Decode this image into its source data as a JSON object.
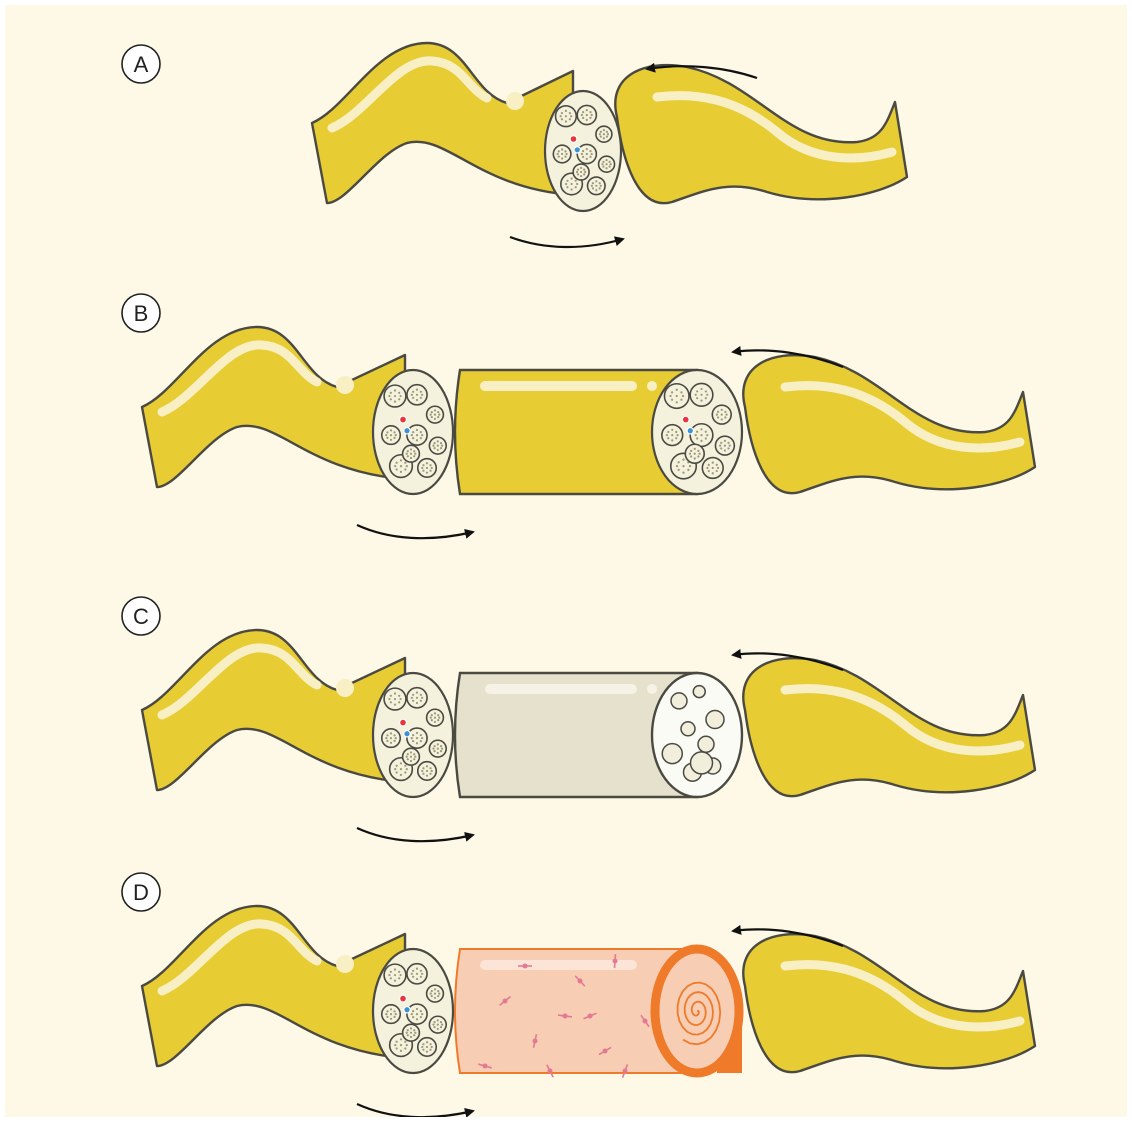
{
  "colors": {
    "background": "#fdf9e6",
    "nerve_fill": "#e8cc33",
    "nerve_stroke": "#4a4a42",
    "nerve_highlight": "#f8f0c4",
    "fascicle_bg": "#f4f1dc",
    "fascicle_dot": "#9c9878",
    "graft_fill": "#e6e1cc",
    "conduit_fill": "#f7cdb3",
    "conduit_stroke": "#ee7a2a",
    "cell_color": "#e37a93",
    "artery_red": "#e8343c",
    "vein_blue": "#3b93d6",
    "arrow": "#111111"
  },
  "panels": [
    {
      "id": "A",
      "label": "A",
      "repair": "direct-coaptation"
    },
    {
      "id": "B",
      "label": "B",
      "repair": "nerve-autograft"
    },
    {
      "id": "C",
      "label": "C",
      "repair": "acellular-graft"
    },
    {
      "id": "D",
      "label": "D",
      "repair": "rolled-conduit"
    }
  ],
  "icons": {
    "arrow": "curved-arrow-icon",
    "vessel": "blood-vessel-icon",
    "fascicle": "nerve-fascicle-icon"
  }
}
